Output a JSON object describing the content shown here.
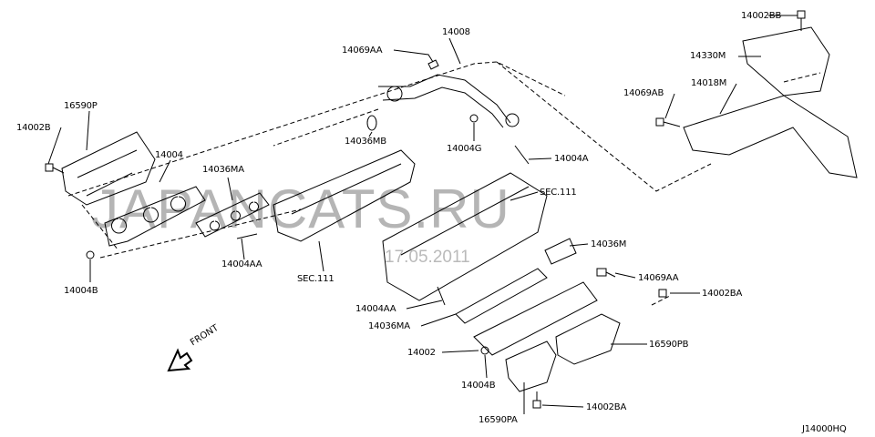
{
  "diagram_code": "J14000HQ",
  "watermark": "JAPANCATS.RU",
  "date_stamp": "17.05.2011",
  "front_label": "FRONT",
  "labels": {
    "p14002BB": "14002BB",
    "p14008": "14008",
    "p14069AA_top": "14069AA",
    "p14330M": "14330M",
    "p14069AB": "14069AB",
    "p14018M": "14018M",
    "p16590P": "16590P",
    "p14002B": "14002B",
    "p14004": "14004",
    "p14036MB": "14036MB",
    "p14004G": "14004G",
    "p14004A": "14004A",
    "p14036MA_left": "14036MA",
    "sec111_right": "SEC.111",
    "p14036M": "14036M",
    "p14004AA_left": "14004AA",
    "sec111_left": "SEC.111",
    "p14069AA_right": "14069AA",
    "p14002BA_upper": "14002BA",
    "p14004AA_mid": "14004AA",
    "p14036MA_mid": "14036MA",
    "p16590PB": "16590PB",
    "p14002": "14002",
    "p14004B_left": "14004B",
    "p14004B_mid": "14004B",
    "p16590PA": "16590PA",
    "p14002BA_lower": "14002BA"
  }
}
